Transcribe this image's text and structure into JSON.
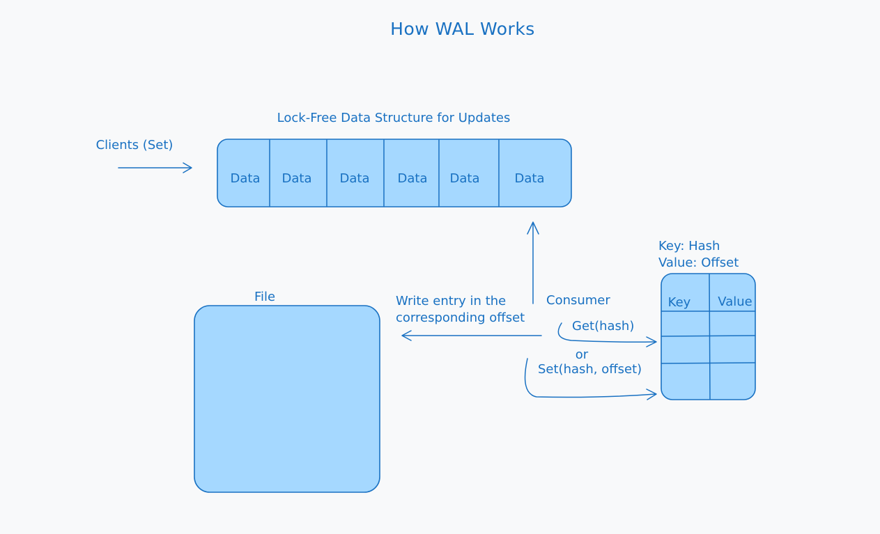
{
  "title": "How WAL Works",
  "queue": {
    "label": "Lock-Free Data Structure for Updates",
    "cells": [
      "Data",
      "Data",
      "Data",
      "Data",
      "Data",
      "Data"
    ]
  },
  "clients_label": "Clients (Set)",
  "file_label": "File",
  "write_label": [
    "Write entry in the",
    "corresponding offset"
  ],
  "consumer_label": "Consumer",
  "get_label": "Get(hash)",
  "or_label": "or",
  "set_label": "Set(hash, offset)",
  "map": {
    "legend": [
      "Key: Hash",
      "Value: Offset"
    ],
    "headers": [
      "Key",
      "Value"
    ]
  },
  "colors": {
    "stroke": "#1971c2",
    "fill": "#a5d8ff",
    "background": "#f8f9fa"
  }
}
